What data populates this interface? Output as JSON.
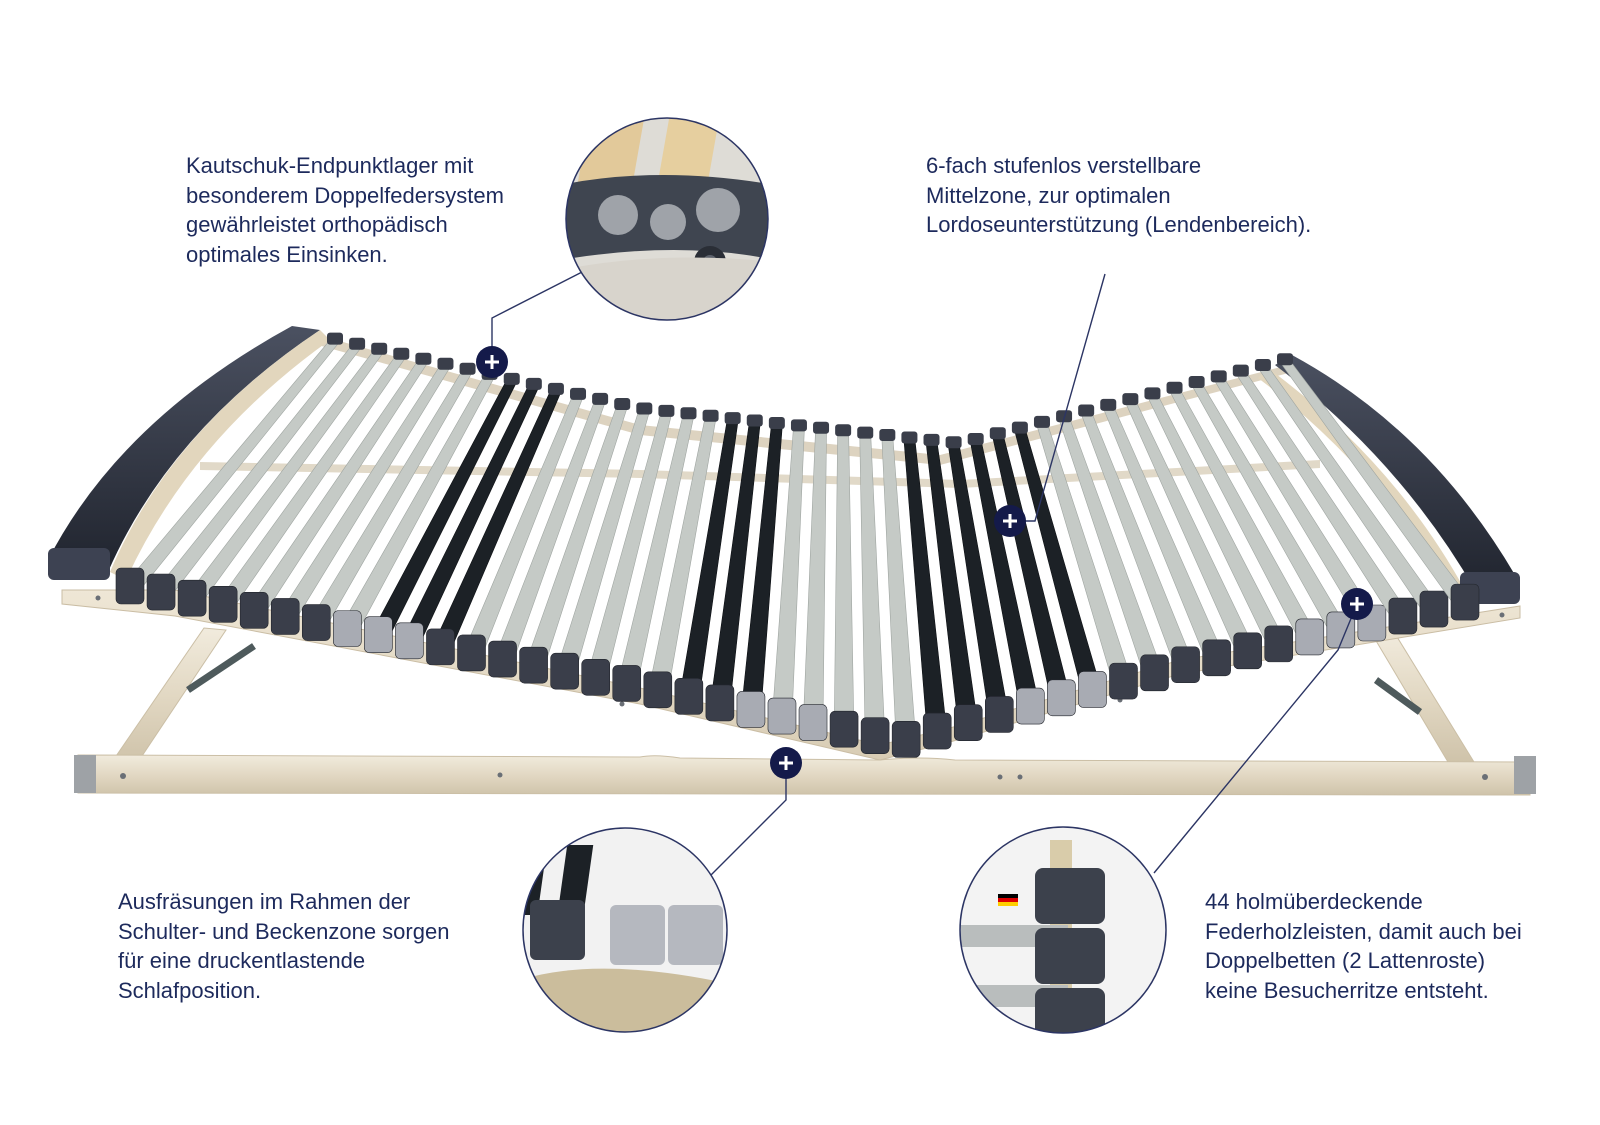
{
  "captions": {
    "endpoint_bearing": {
      "lines": [
        "Kautschuk-Endpunktlager mit",
        "besonderem Doppelfedersystem",
        "gewährleistet orthopädisch",
        "optimales Einsinken."
      ]
    },
    "middle_zone": {
      "lines": [
        "6-fach stufenlos verstellbare",
        "Mittelzone, zur optimalen",
        "Lordoseunterstützung (Lendenbereich)."
      ]
    },
    "frame_cutouts": {
      "lines": [
        "Ausfräsungen im Rahmen der",
        "Schulter- und Beckenzone sorgen",
        "für eine druckentlastende",
        "Schlafposition."
      ]
    },
    "slats": {
      "lines": [
        "44 holmüberdeckende",
        "Federholzleisten, damit auch bei",
        "Doppelbetten (2 Lattenroste)",
        "keine Besucherritze entsteht."
      ]
    }
  },
  "hotspot_icon": "plus-icon",
  "colors": {
    "caption_text": "#1d2a5c",
    "hotspot_fill": "#141a4a",
    "callout_line": "#2c3564",
    "wood": "#e6dcc8",
    "slat_light": "#c5cac6",
    "slat_dark": "#1c2126",
    "cap_dark": "#3a3e4a",
    "cap_light": "#a8abb3",
    "flag": [
      "#000000",
      "#dd0000",
      "#ffce00"
    ]
  }
}
